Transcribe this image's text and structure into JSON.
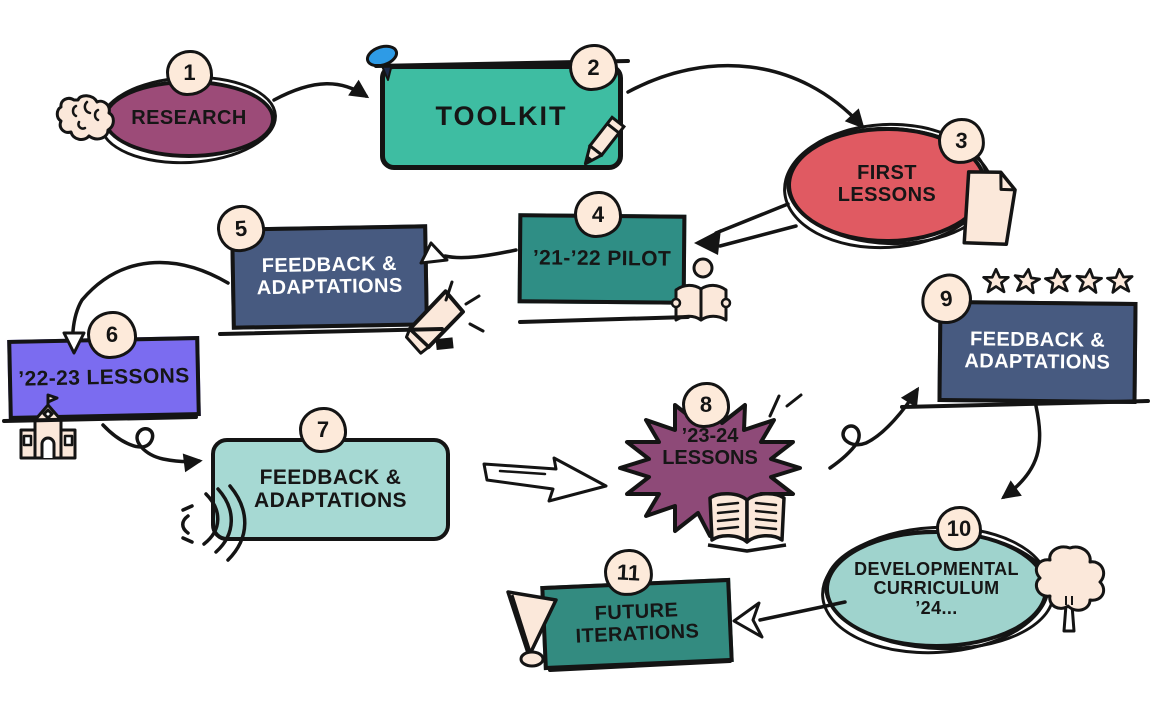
{
  "diagram": {
    "background": "#ffffff",
    "outline_color": "#141414",
    "badge_fill": "#fdeada",
    "steps": [
      {
        "number": "1",
        "lines": [
          "RESEARCH"
        ],
        "fill": "#9c4b78",
        "text_color": "#161616",
        "shape": "ellipse",
        "icon": "brain"
      },
      {
        "number": "2",
        "lines": [
          "TOOLKIT"
        ],
        "fill": "#3ebda2",
        "text_color": "#161616",
        "shape": "rounded-rect",
        "icons": [
          "pushpin",
          "pencil"
        ]
      },
      {
        "number": "3",
        "lines": [
          "FIRST",
          "LESSONS"
        ],
        "fill": "#e05a62",
        "text_color": "#161616",
        "shape": "scribble-ellipse",
        "icon": "document"
      },
      {
        "number": "4",
        "lines": [
          "’21-’22 PILOT"
        ],
        "fill": "#2f8e85",
        "text_color": "#161616",
        "shape": "rect",
        "icon": "person-reading"
      },
      {
        "number": "5",
        "lines": [
          "FEEDBACK &",
          "ADAPTATIONS"
        ],
        "fill": "#475a80",
        "text_color": "#ffffff",
        "shape": "rect",
        "icon": "megaphone"
      },
      {
        "number": "6",
        "lines": [
          "’22-23 LESSONS"
        ],
        "fill": "#7b6cf0",
        "text_color": "#161616",
        "shape": "rect",
        "icon": "school"
      },
      {
        "number": "7",
        "lines": [
          "FEEDBACK &",
          "ADAPTATIONS"
        ],
        "fill": "#a6d9d3",
        "text_color": "#161616",
        "shape": "rounded-rect",
        "icon": "sound-waves"
      },
      {
        "number": "8",
        "lines": [
          "’23-24",
          "LESSONS"
        ],
        "fill": "#8e4a78",
        "text_color": "#161616",
        "shape": "starburst",
        "icon": "open-book"
      },
      {
        "number": "9",
        "lines": [
          "FEEDBACK &",
          "ADAPTATIONS"
        ],
        "fill": "#475a80",
        "text_color": "#ffffff",
        "shape": "rect",
        "icon": "five-stars",
        "rating_stars": 5
      },
      {
        "number": "10",
        "lines": [
          "DEVELOPMENTAL",
          "CURRICULUM",
          "’24..."
        ],
        "fill": "#9fd3cd",
        "text_color": "#161616",
        "shape": "scribble-ellipse",
        "icon": "tree"
      },
      {
        "number": "11",
        "lines": [
          "FUTURE",
          "ITERATIONS"
        ],
        "fill": "#338b80",
        "text_color": "#161616",
        "shape": "rect",
        "icon": "flag-cone"
      }
    ],
    "arrows": [
      {
        "from": "1",
        "to": "2"
      },
      {
        "from": "2",
        "to": "3"
      },
      {
        "from": "3",
        "to": "4"
      },
      {
        "from": "4",
        "to": "5"
      },
      {
        "from": "5",
        "to": "6"
      },
      {
        "from": "6",
        "to": "7"
      },
      {
        "from": "7",
        "to": "8"
      },
      {
        "from": "8",
        "to": "9"
      },
      {
        "from": "9",
        "to": "10"
      },
      {
        "from": "10",
        "to": "11"
      }
    ]
  }
}
